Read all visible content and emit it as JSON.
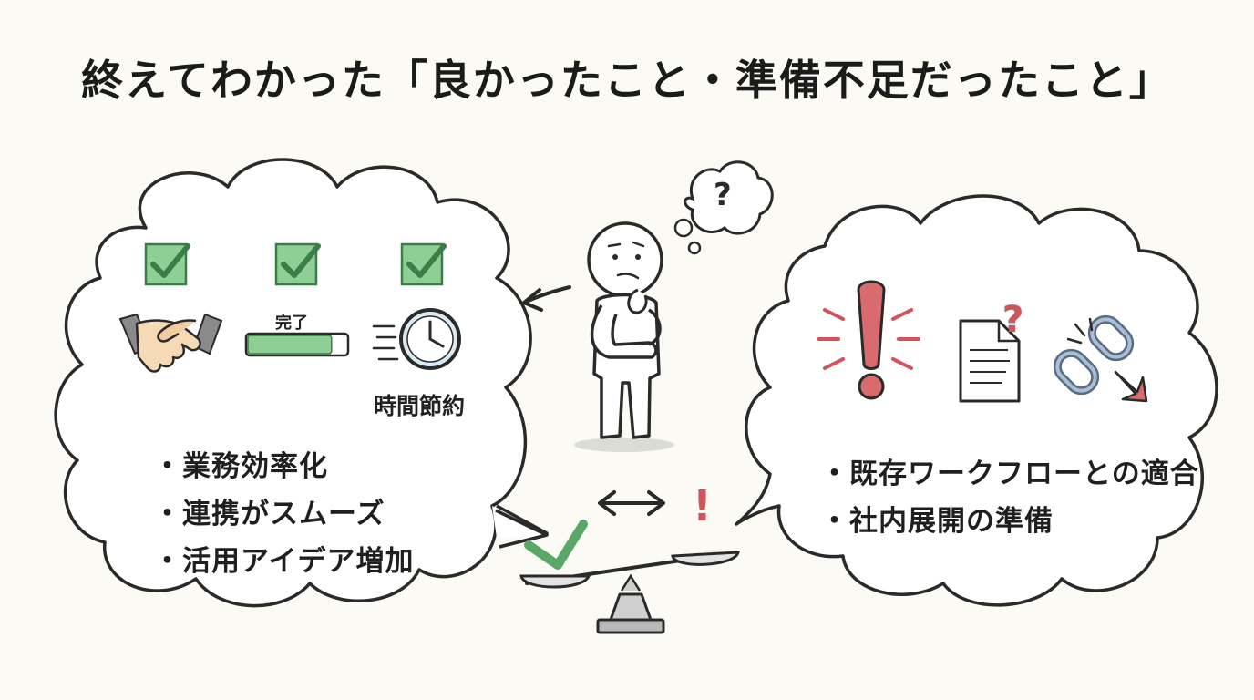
{
  "title": "終えてわかった「良かったこと・準備不足だったこと」",
  "good": {
    "progress_label": "完了",
    "clock_label": "時間節約",
    "bullets": [
      "・業務効率化",
      "・連携がスムーズ",
      "・活用アイデア増加"
    ]
  },
  "bad": {
    "bullets": [
      "・既存ワークフローとの適合",
      "・社内展開の準備"
    ]
  },
  "thought_symbol": "?",
  "doc_symbol": "?",
  "scale_symbol": "!",
  "progress_fraction": 0.85,
  "colors": {
    "green": "#5aa867",
    "green_fill": "#8fcf96",
    "red": "#d2545a",
    "outline": "#2a2a2a",
    "background": "#fbfaf4"
  },
  "icons": [
    "check-icon",
    "handshake-icon",
    "progress-bar-icon",
    "clock-icon",
    "exclamation-icon",
    "document-question-icon",
    "broken-chain-icon",
    "arrow-left-icon",
    "double-arrow-icon",
    "balance-scale-icon"
  ]
}
